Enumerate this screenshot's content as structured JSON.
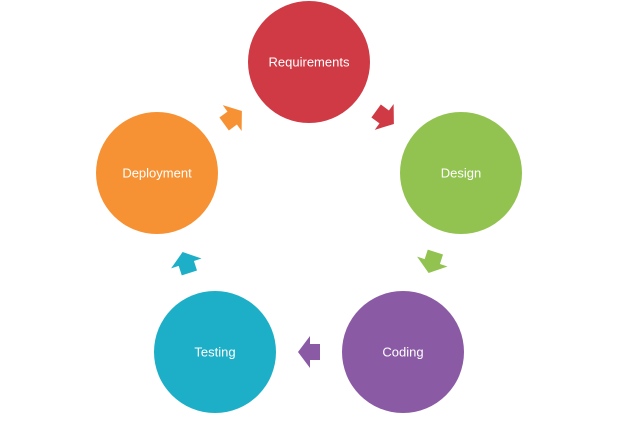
{
  "diagram": {
    "nodes": [
      {
        "id": "requirements",
        "label": "Requirements",
        "color": "#CF3A45"
      },
      {
        "id": "design",
        "label": "Design",
        "color": "#92C350"
      },
      {
        "id": "coding",
        "label": "Coding",
        "color": "#8B5AA5"
      },
      {
        "id": "testing",
        "label": "Testing",
        "color": "#1DAFC7"
      },
      {
        "id": "deployment",
        "label": "Deployment",
        "color": "#F69234"
      }
    ],
    "edges": [
      {
        "from": "requirements",
        "to": "design",
        "color": "#CF3A45"
      },
      {
        "from": "design",
        "to": "coding",
        "color": "#92C350"
      },
      {
        "from": "coding",
        "to": "testing",
        "color": "#8B5AA5"
      },
      {
        "from": "testing",
        "to": "deployment",
        "color": "#1DAFC7"
      },
      {
        "from": "deployment",
        "to": "requirements",
        "color": "#F69234"
      }
    ]
  }
}
